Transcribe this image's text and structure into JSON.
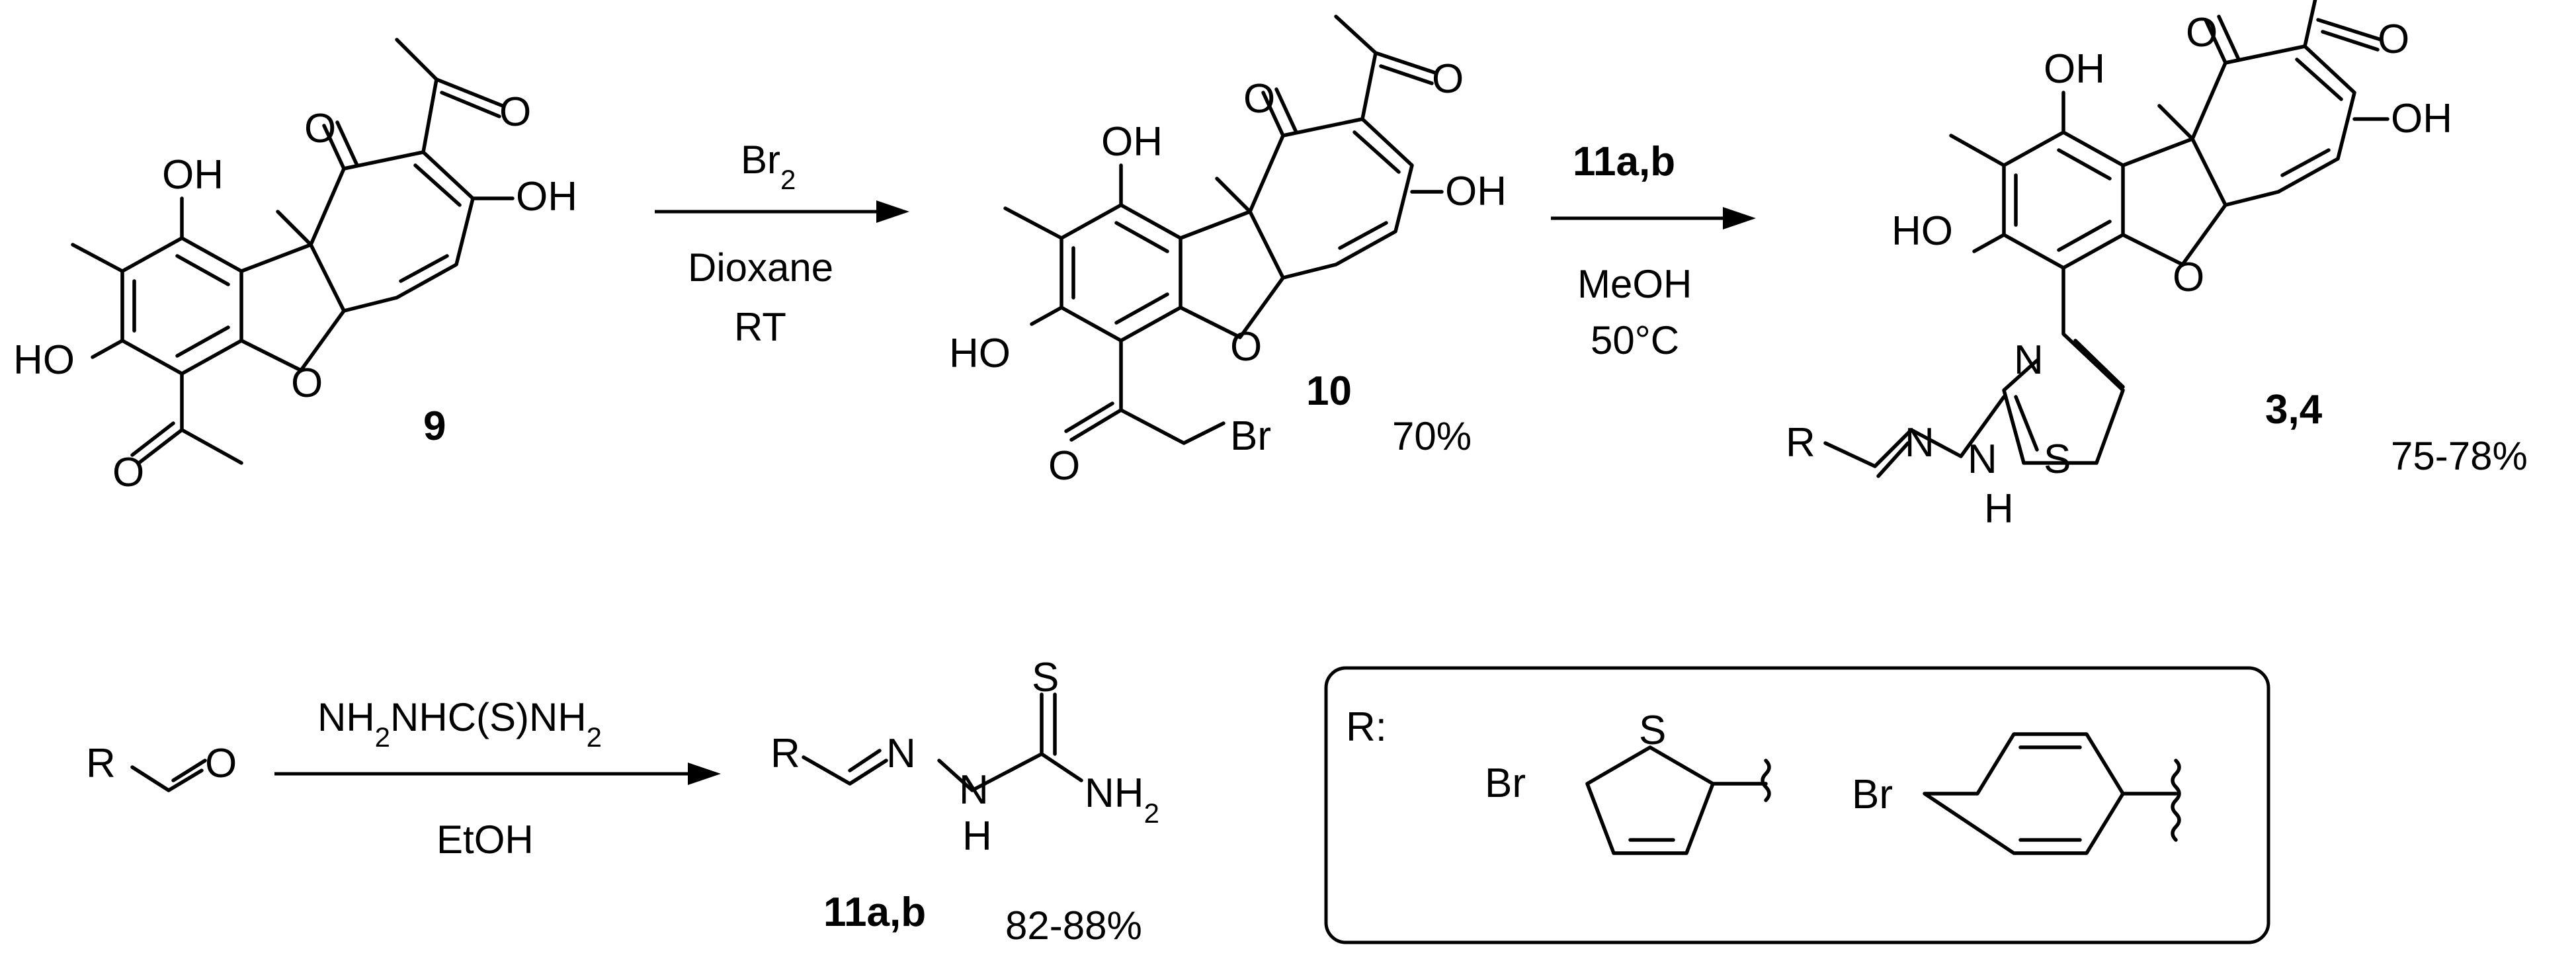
{
  "atoms": {
    "oh": "OH",
    "ho": "HO",
    "o": "O",
    "br": "Br",
    "s": "S",
    "n": "N",
    "h": "H",
    "nh_n": "N",
    "nh_h": "H",
    "nh2": "NH",
    "nh2_sub": "2",
    "r": "R"
  },
  "compounds": {
    "c9": "9",
    "c10": "10",
    "c10_yield": "70%",
    "c34": "3,4",
    "c34_yield": "75-78%",
    "c11": "11a,b",
    "c11_yield": "82-88%"
  },
  "reaction1": {
    "reagent_main": "Br",
    "reagent_sub": "2",
    "solvent": "Dioxane",
    "temp": "RT"
  },
  "reaction2": {
    "reagent": "11a,b",
    "solvent": "MeOH",
    "temp": "50°C"
  },
  "reaction3": {
    "reagent_p1": "NH",
    "reagent_p1_sub": "2",
    "reagent_p2": "NHC(S)NH",
    "reagent_p2_sub": "2",
    "solvent": "EtOH"
  },
  "r_box": {
    "label": "R:"
  }
}
